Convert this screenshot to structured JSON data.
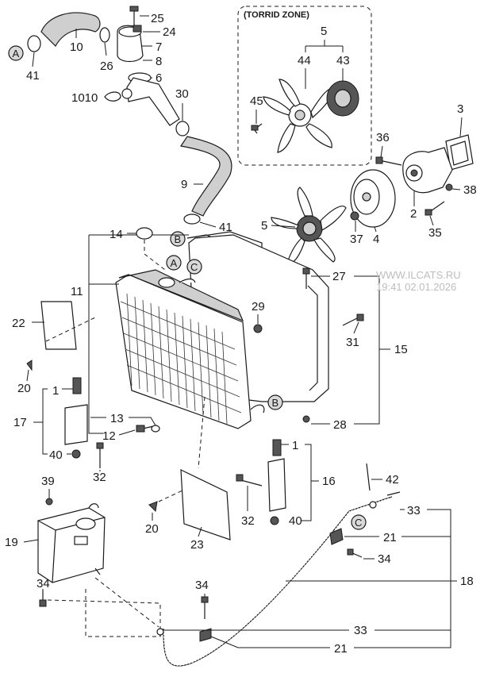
{
  "zone_title": "(TORRID ZONE)",
  "watermark": {
    "site": "WWW.ILCATS.RU",
    "stamp": "19:41 02.01.2026"
  },
  "callouts": {
    "a": "A",
    "b": "B",
    "c": "C"
  },
  "parts": {
    "p1": "1",
    "p2": "2",
    "p3": "3",
    "p4": "4",
    "p5": "5",
    "p6": "6",
    "p7": "7",
    "p8": "8",
    "p9": "9",
    "p10": "10",
    "p11": "11",
    "p12": "12",
    "p13": "13",
    "p14": "14",
    "p15": "15",
    "p16": "16",
    "p17": "17",
    "p18": "18",
    "p19": "19",
    "p20": "20",
    "p21": "21",
    "p22": "22",
    "p23": "23",
    "p24": "24",
    "p25": "25",
    "p26": "26",
    "p27": "27",
    "p28": "28",
    "p29": "29",
    "p30": "30",
    "p31": "31",
    "p32": "32",
    "p33": "33",
    "p34": "34",
    "p35": "35",
    "p36": "36",
    "p37": "37",
    "p38": "38",
    "p39": "39",
    "p40": "40",
    "p41": "41",
    "p42": "42",
    "p43": "43",
    "p44": "44",
    "p45": "45",
    "p1010": "1010"
  }
}
